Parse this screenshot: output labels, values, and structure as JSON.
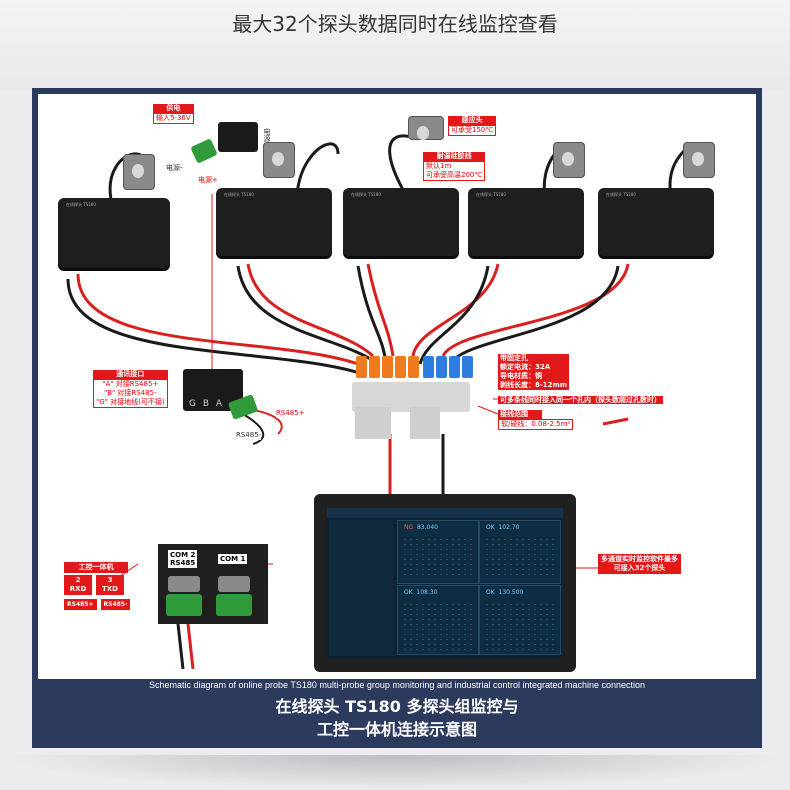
{
  "header": {
    "line1": "",
    "line2": "最大32个探头数据同时在线监控查看"
  },
  "labels": {
    "power_title": "供电",
    "power_input": "输入5-36V",
    "power_plate": "电源",
    "power_minus": "电源-",
    "power_plus": "电源+",
    "sensor_title": "感应头",
    "sensor_temp": "可承受150℃",
    "cable_title": "耐温硅胶线",
    "cable_len": "默认1m",
    "cable_temp": "可承受高温200℃",
    "comm_title": "通讯接口",
    "comm_a": "\"A\" 对接RS485+",
    "comm_b": "\"B\" 对接RS485-",
    "comm_g": "\"G\" 对接地线(可不接)",
    "gba": "G B A",
    "rs485_plus": "RS485+",
    "rs485_minus": "RS485-",
    "terminal_title": "带固定孔",
    "terminal_current": "额定电流：32A",
    "terminal_material": "导电材质：铜",
    "terminal_strip": "剥线长度：8-12mm",
    "terminal_multi": "可多条线同时接入同一个孔内（探头数超过孔数时）",
    "terminal_range_title": "接线范围",
    "terminal_range": "软/硬线：0.08-2.5m²",
    "ipc_title": "工控一体机",
    "ipc_pin2": "2",
    "ipc_pin3": "3",
    "ipc_rxd": "RXD",
    "ipc_txd": "TXD",
    "ipc_rs485_plus": "RS485+",
    "ipc_rs485_minus": "RS485-",
    "com2": "COM 2",
    "com2_sub": "RS485",
    "com1": "COM 1",
    "software_note1": "多通道实时监控软件最多",
    "software_note2": "可接入32个探头",
    "box_tag": "在线探头 TS180",
    "box_tag2": "控制器"
  },
  "screen": {
    "panels": [
      {
        "status": "NG",
        "value": "83.040"
      },
      {
        "status": "OK",
        "value": "102.70"
      },
      {
        "status": "OK",
        "value": "108.30"
      },
      {
        "status": "OK",
        "value": "130.500"
      }
    ]
  },
  "caption": {
    "english": "Schematic diagram of online probe TS180 multi-probe group monitoring and industrial control integrated machine connection",
    "chinese_line1": "在线探头 TS180 多探头组监控与",
    "chinese_line2": "工控一体机连接示意图"
  },
  "colors": {
    "frame": "#2c3a5e",
    "red_label": "#e31919",
    "lever_orange": "#f07a1e",
    "lever_blue": "#2f7de0",
    "wire_red": "#d9201f",
    "wire_black": "#1a1a1a"
  }
}
